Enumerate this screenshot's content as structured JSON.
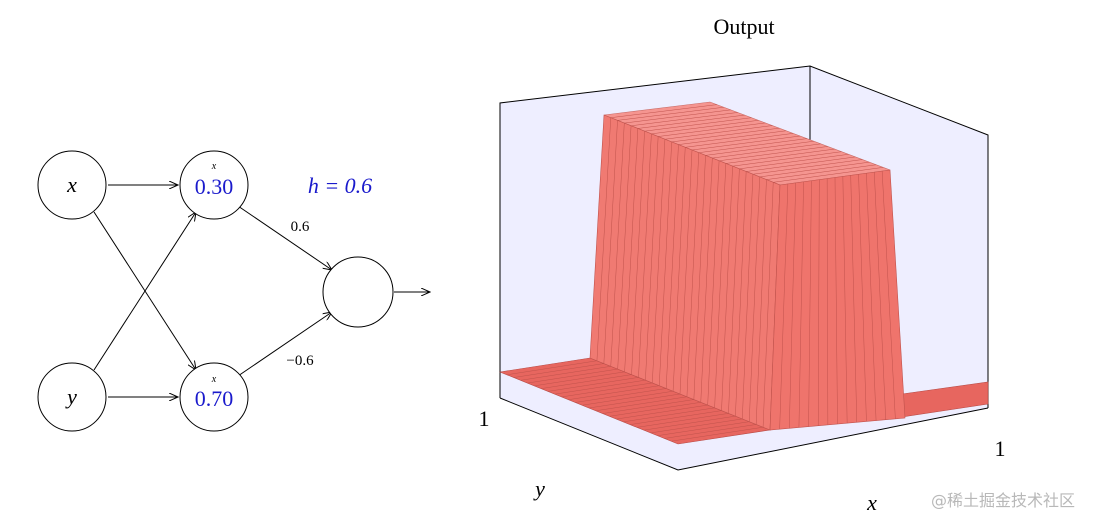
{
  "network": {
    "inputs": [
      {
        "label": "x"
      },
      {
        "label": "y"
      }
    ],
    "hidden": [
      {
        "param_label": "x",
        "value": "0.30"
      },
      {
        "param_label": "x",
        "value": "0.70"
      }
    ],
    "output_node": {
      "label": ""
    },
    "height_label": "h = 0.6",
    "weights": {
      "top": "0.6",
      "bottom": "−0.6"
    },
    "colors": {
      "highlight": "#1a1acc",
      "stroke": "#000000"
    }
  },
  "plot": {
    "title": "Output",
    "x_axis_label": "x",
    "y_axis_label": "y",
    "x_tick": "1",
    "y_tick": "1",
    "colors": {
      "surface": "#f07a72",
      "surface_dark": "#d85b55",
      "pane": "#eeeeff"
    }
  },
  "chart_data": {
    "type": "surface",
    "title": "Output",
    "xlabel": "x",
    "ylabel": "y",
    "xlim": [
      0,
      1
    ],
    "ylim": [
      0,
      1
    ],
    "function": "z = 0.6 where 0.30 <= x <= 0.70, else 0",
    "z_low": 0,
    "z_high": 0.6,
    "step_start_x": 0.3,
    "step_end_x": 0.7
  },
  "watermark": "@稀土掘金技术社区"
}
